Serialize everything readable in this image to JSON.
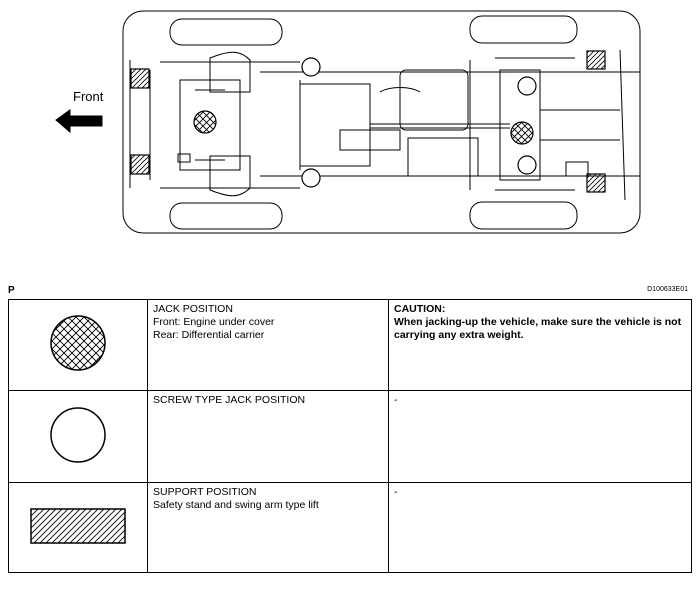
{
  "diagram": {
    "front_label": "Front",
    "figure_code": "D100633E01",
    "page_marker": "P"
  },
  "legend": {
    "rows": [
      {
        "symbol": "crosshatched-circle-icon",
        "title": "JACK POSITION",
        "lines": [
          "Front: Engine under cover",
          "Rear: Differential carrier"
        ],
        "note_title": "CAUTION:",
        "note_text": "When jacking-up the vehicle, make sure the vehicle is not carrying any extra weight."
      },
      {
        "symbol": "open-circle-icon",
        "title": "SCREW TYPE JACK POSITION",
        "lines": [],
        "note_text": "-"
      },
      {
        "symbol": "hatched-rectangle-icon",
        "title": "SUPPORT POSITION",
        "lines": [
          "Safety stand and swing arm type lift"
        ],
        "note_text": "-"
      }
    ]
  }
}
